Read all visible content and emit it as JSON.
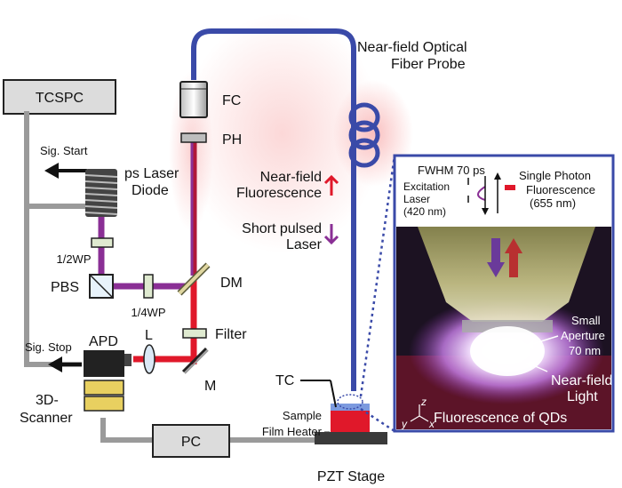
{
  "labels": {
    "tcspc": "TCSPC",
    "fc": "FC",
    "ph": "PH",
    "sig_start": "Sig. Start",
    "ps_laser_line1": "ps Laser",
    "ps_laser_line2": "Diode",
    "half_wp": "1/2WP",
    "pbs": "PBS",
    "quarter_wp": "1/4WP",
    "dm": "DM",
    "filter": "Filter",
    "sig_stop": "Sig. Stop",
    "apd": "APD",
    "lens": "L",
    "mirror": "M",
    "scanner_line1": "3D-",
    "scanner_line2": "Scanner",
    "pc": "PC",
    "tc": "TC",
    "sample": "Sample",
    "film_heater": "Film Heater",
    "pzt_stage": "PZT Stage",
    "probe_line1": "Near-field Optical",
    "probe_line2": "Fiber Probe",
    "nf_fluor_line1": "Near-field",
    "nf_fluor_line2": "Fluorescence",
    "short_pulsed_line1": "Short pulsed",
    "short_pulsed_line2": "Laser"
  },
  "inset": {
    "fwhm": "FWHM 70 ps",
    "excitation_line1": "Excitation",
    "excitation_line2": "Laser",
    "excitation_line3": "(420 nm)",
    "single_photon": "Single Photon",
    "fluorescence": "Fluorescence",
    "fluorescence_nm": "(655 nm)",
    "small": "Small",
    "aperture": "Aperture",
    "aperture_size": "70 nm",
    "nf_light_line1": "Near-field",
    "nf_light_line2": "Light",
    "fluor_qds": "Fluorescence of QDs",
    "axis_x": "x",
    "axis_y": "y",
    "axis_z": "z"
  },
  "colors": {
    "fiber": "#3a4aa8",
    "laser_red": "#e0182a",
    "laser_purple": "#8a2f95",
    "cable_gray": "#9a9a9a",
    "box_gray": "#dcdcdc",
    "waveplate_green": "#dfead0",
    "glow": "#f4a5a5"
  }
}
